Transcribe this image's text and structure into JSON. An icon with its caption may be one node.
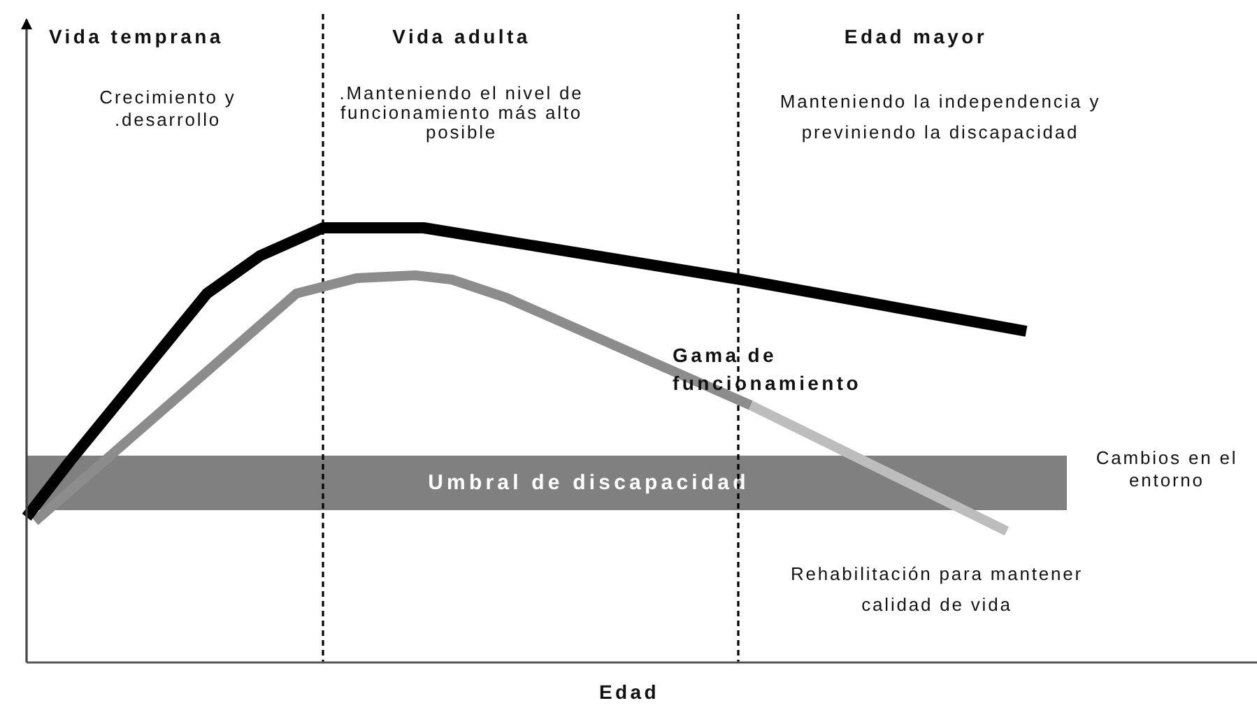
{
  "diagram": {
    "nodes": [
      {
        "text": [
          "Umbral de discapacidad"
        ]
      }
    ],
    "labels": [
      "Vida temprana",
      "Crecimiento y .desarrollo",
      "Vida adulta",
      ".Manteniendo el nivel de funcionamiento más alto posible",
      "Edad mayor",
      "Manteniendo la independencia y previniendo la discapacidad",
      "Gama de funcionamiento",
      "Cambios en el entorno",
      "Rehabilitación para mantener calidad de vida",
      "Edad"
    ]
  }
}
